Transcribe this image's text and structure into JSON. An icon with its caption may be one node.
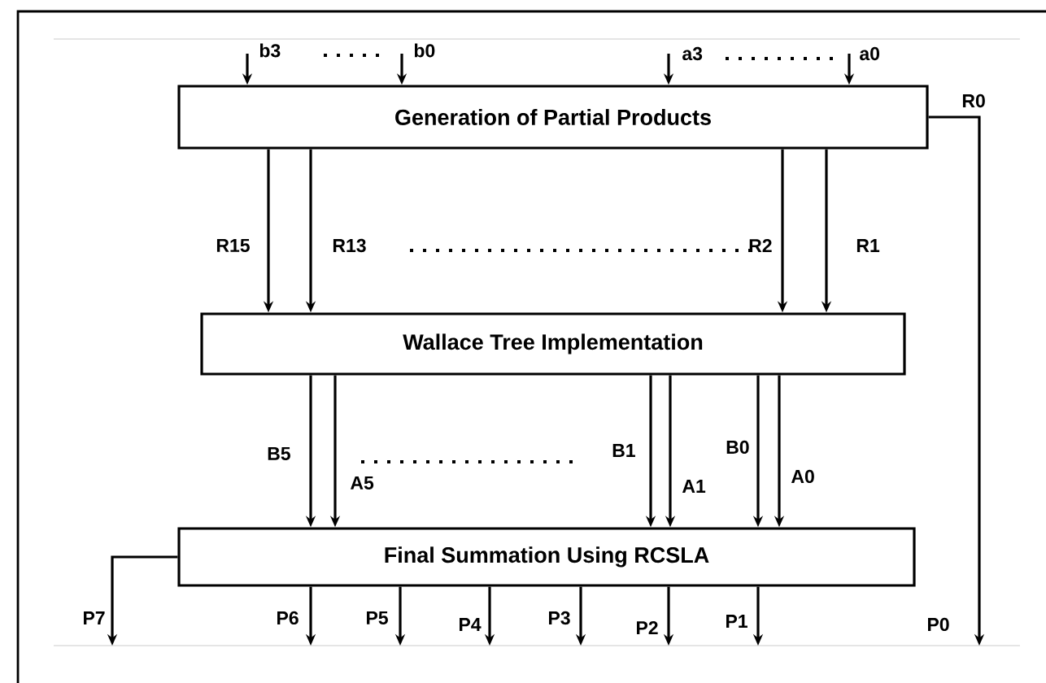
{
  "diagram": {
    "nodes": [
      {
        "text": [
          "Generation of Partial Products"
        ]
      },
      {
        "text": [
          "Wallace Tree Implementation"
        ]
      },
      {
        "text": [
          "Final Summation Using RCSLA"
        ]
      }
    ],
    "edges": [
      {
        "from": null,
        "to": 0,
        "arrow": "to",
        "label": "b3"
      },
      {
        "from": null,
        "to": 0,
        "arrow": "to",
        "label": "b0"
      },
      {
        "from": null,
        "to": 0,
        "arrow": "to",
        "label": "a3"
      },
      {
        "from": null,
        "to": 0,
        "arrow": "to",
        "label": "a0"
      },
      {
        "from": 0,
        "to": 1,
        "arrow": "to",
        "label": "R15"
      },
      {
        "from": 0,
        "to": 1,
        "arrow": "to",
        "label": "R13"
      },
      {
        "from": 0,
        "to": 1,
        "arrow": "to",
        "label": "R2"
      },
      {
        "from": 0,
        "to": 1,
        "arrow": "to",
        "label": "R1"
      },
      {
        "from": 0,
        "to": null,
        "arrow": "to",
        "label": "R0"
      },
      {
        "from": 1,
        "to": 2,
        "arrow": "to",
        "label": "B5"
      },
      {
        "from": 1,
        "to": 2,
        "arrow": "to",
        "label": "A5"
      },
      {
        "from": 1,
        "to": 2,
        "arrow": "to",
        "label": "B1"
      },
      {
        "from": 1,
        "to": 2,
        "arrow": "to",
        "label": "A1"
      },
      {
        "from": 1,
        "to": 2,
        "arrow": "to",
        "label": "B0"
      },
      {
        "from": 1,
        "to": 2,
        "arrow": "to",
        "label": "A0"
      },
      {
        "from": 2,
        "to": null,
        "arrow": "to",
        "label": "P7"
      },
      {
        "from": 2,
        "to": null,
        "arrow": "to",
        "label": "P6"
      },
      {
        "from": 2,
        "to": null,
        "arrow": "to",
        "label": "P5"
      },
      {
        "from": 2,
        "to": null,
        "arrow": "to",
        "label": "P4"
      },
      {
        "from": 2,
        "to": null,
        "arrow": "to",
        "label": "P3"
      },
      {
        "from": 2,
        "to": null,
        "arrow": "to",
        "label": "P2"
      },
      {
        "from": 2,
        "to": null,
        "arrow": "to",
        "label": "P1"
      }
    ],
    "labels": [
      "P0"
    ]
  }
}
